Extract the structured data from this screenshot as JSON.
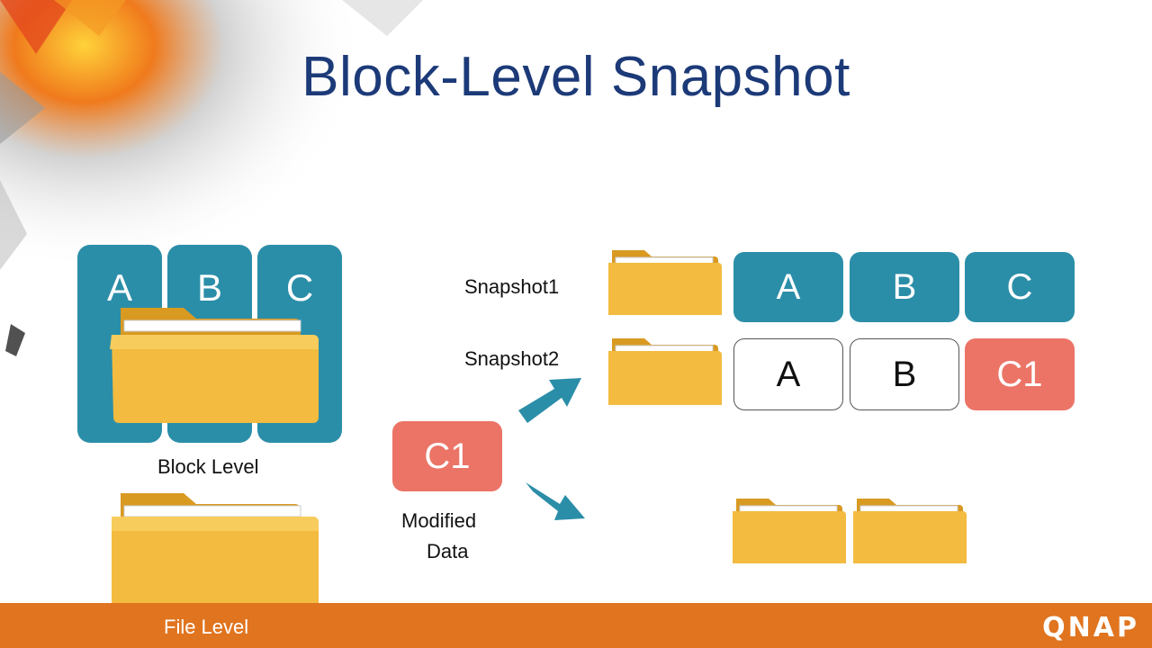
{
  "slide": {
    "title": "Block-Level Snapshot",
    "footer_label": "File Level",
    "logo": "QNAP"
  },
  "block_level": {
    "blocks": [
      "A",
      "B",
      "C"
    ],
    "label": "Block Level"
  },
  "snapshots": [
    {
      "label": "Snapshot1",
      "blocks": [
        "A",
        "B",
        "C"
      ]
    },
    {
      "label": "Snapshot2",
      "blocks": [
        "A",
        "B",
        "C1"
      ]
    }
  ],
  "modified": {
    "block": "C1",
    "label_line1": "Modified",
    "label_line2": "Data"
  },
  "colors": {
    "title": "#1c3a78",
    "block_teal": "#2b8ea8",
    "block_red": "#eb7467",
    "folder": "#f0b83a",
    "footer": "#e0741f"
  }
}
